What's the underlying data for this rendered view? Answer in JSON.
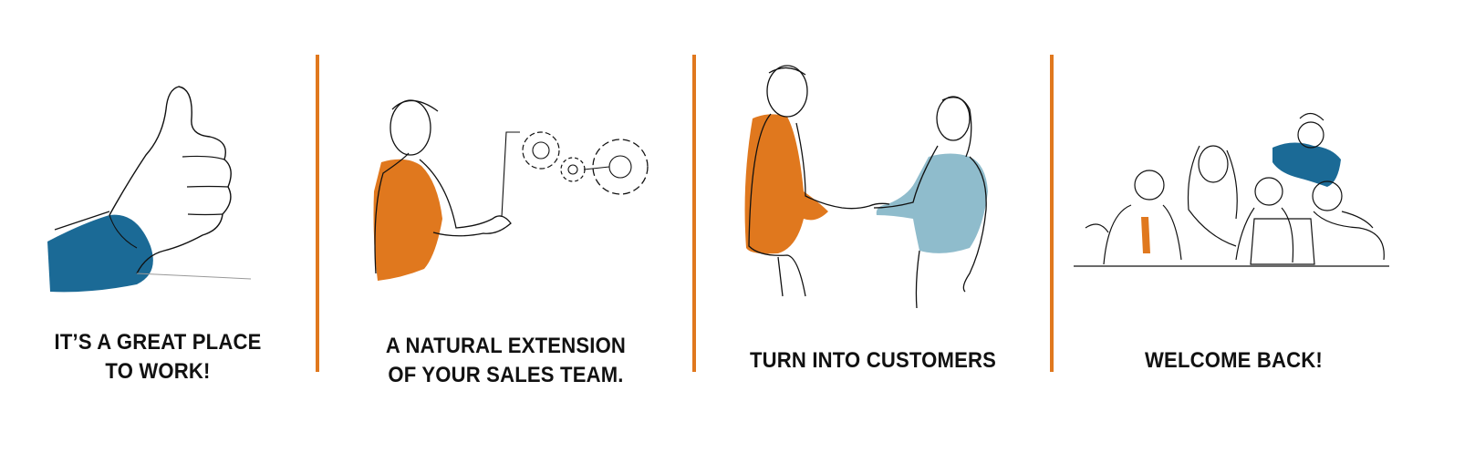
{
  "colors": {
    "orange": "#e0781e",
    "navy": "#1b6a96",
    "light_blue": "#8fbccc",
    "ink": "#111111"
  },
  "panels": [
    {
      "icon": "thumbs-up-icon",
      "caption_line1": "IT’S A GREAT PLACE",
      "caption_line2": "TO WORK!"
    },
    {
      "icon": "gears-icon",
      "caption_line1": "A NATURAL EXTENSION",
      "caption_line2": "OF YOUR SALES TEAM."
    },
    {
      "icon": "handshake-icon",
      "caption_line1": "TURN INTO CUSTOMERS",
      "caption_line2": ""
    },
    {
      "icon": "team-meeting-icon",
      "caption_line1": "WELCOME BACK!",
      "caption_line2": ""
    }
  ]
}
